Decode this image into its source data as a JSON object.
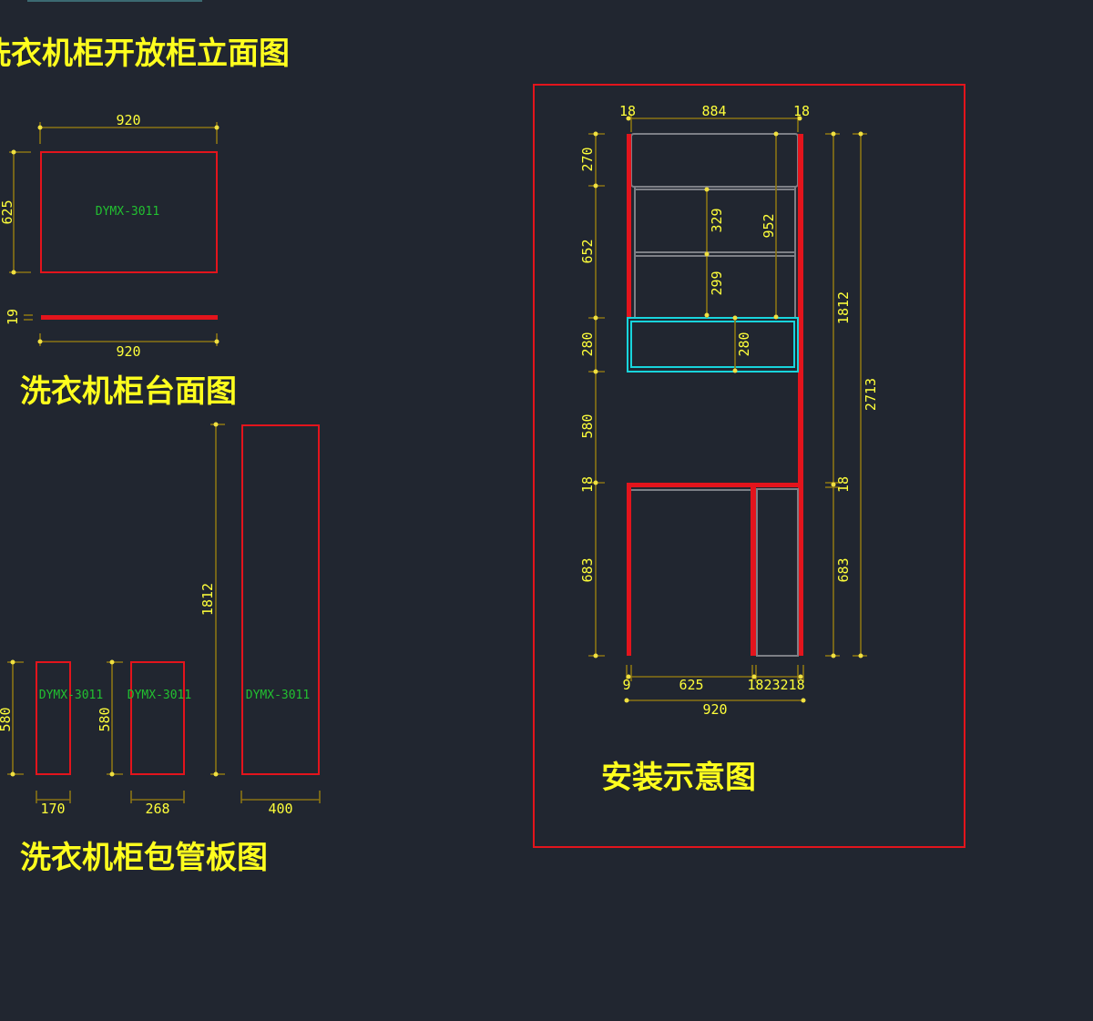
{
  "titles": {
    "open_cabinet_elevation": "洗衣机柜开放柜立面图",
    "countertop": "洗衣机柜台面图",
    "pipe_panel": "洗衣机柜包管板图",
    "installation": "安装示意图"
  },
  "countertop": {
    "part_code": "DYMX-3011",
    "width_top": "920",
    "depth": "625",
    "thickness": "19",
    "width_bottom": "920"
  },
  "pipe_panels": [
    {
      "part_code": "DYMX-3011",
      "height": "580",
      "width": "170"
    },
    {
      "part_code": "DYMX-3011",
      "height": "580",
      "width": "268"
    },
    {
      "part_code": "DYMX-3011",
      "height": "1812",
      "width": "400"
    }
  ],
  "installation": {
    "top_dims": [
      "18",
      "884",
      "18"
    ],
    "left_dims": [
      "270",
      "652",
      "280",
      "580",
      "18",
      "683"
    ],
    "inner_dims": {
      "shelf_upper": "329",
      "shelf_lower": "299",
      "upper_total": "952",
      "drawer": "280"
    },
    "right_dims": {
      "upper": "1812",
      "counter": "18",
      "lower": "683",
      "total": "2713"
    },
    "bottom_dims": [
      "9",
      "625",
      "1823218"
    ],
    "overall_width": "920"
  },
  "colors": {
    "background": "#212630",
    "panel": "#e3141c",
    "dimension": "#ffff3a",
    "label": "#22c030",
    "drawer": "#18d4dc"
  }
}
